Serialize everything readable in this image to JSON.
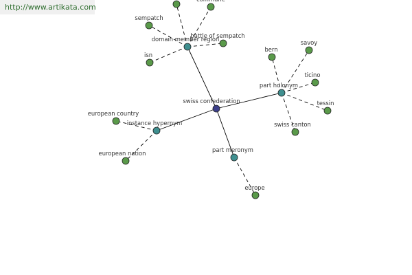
{
  "banner": {
    "url": "http://www.artikata.com"
  },
  "colors": {
    "root": "#3c3f8a",
    "relation": "#3f8f8f",
    "leaf": "#5a9a4a",
    "edge": "#000000",
    "label": "#333333",
    "banner_text": "#2f6e2f"
  },
  "graph": {
    "root": {
      "id": "swiss",
      "label": "swiss confederation"
    },
    "relations": [
      {
        "id": "dmr",
        "label": "domain member region"
      },
      {
        "id": "ph",
        "label": "part holonym"
      },
      {
        "id": "ih",
        "label": "instance hypernym"
      },
      {
        "id": "pm",
        "label": "part meronym"
      }
    ],
    "leaves": [
      {
        "id": "l-top1",
        "label": "",
        "parent": "dmr"
      },
      {
        "id": "l-commune",
        "label": "commune",
        "parent": "dmr"
      },
      {
        "id": "l-sempatch",
        "label": "sempatch",
        "parent": "dmr"
      },
      {
        "id": "l-battle",
        "label": "battle of sempatch",
        "parent": "dmr"
      },
      {
        "id": "l-isn",
        "label": "isn",
        "parent": "dmr"
      },
      {
        "id": "l-bern",
        "label": "bern",
        "parent": "ph"
      },
      {
        "id": "l-savoy",
        "label": "savoy",
        "parent": "ph"
      },
      {
        "id": "l-ticino",
        "label": "ticino",
        "parent": "ph"
      },
      {
        "id": "l-tessin",
        "label": "tessin",
        "parent": "ph"
      },
      {
        "id": "l-canton",
        "label": "swiss canton",
        "parent": "ph"
      },
      {
        "id": "l-eucountry",
        "label": "european country",
        "parent": "ih"
      },
      {
        "id": "l-eunation",
        "label": "european nation",
        "parent": "ih"
      },
      {
        "id": "l-europe",
        "label": "europe",
        "parent": "pm"
      }
    ]
  }
}
